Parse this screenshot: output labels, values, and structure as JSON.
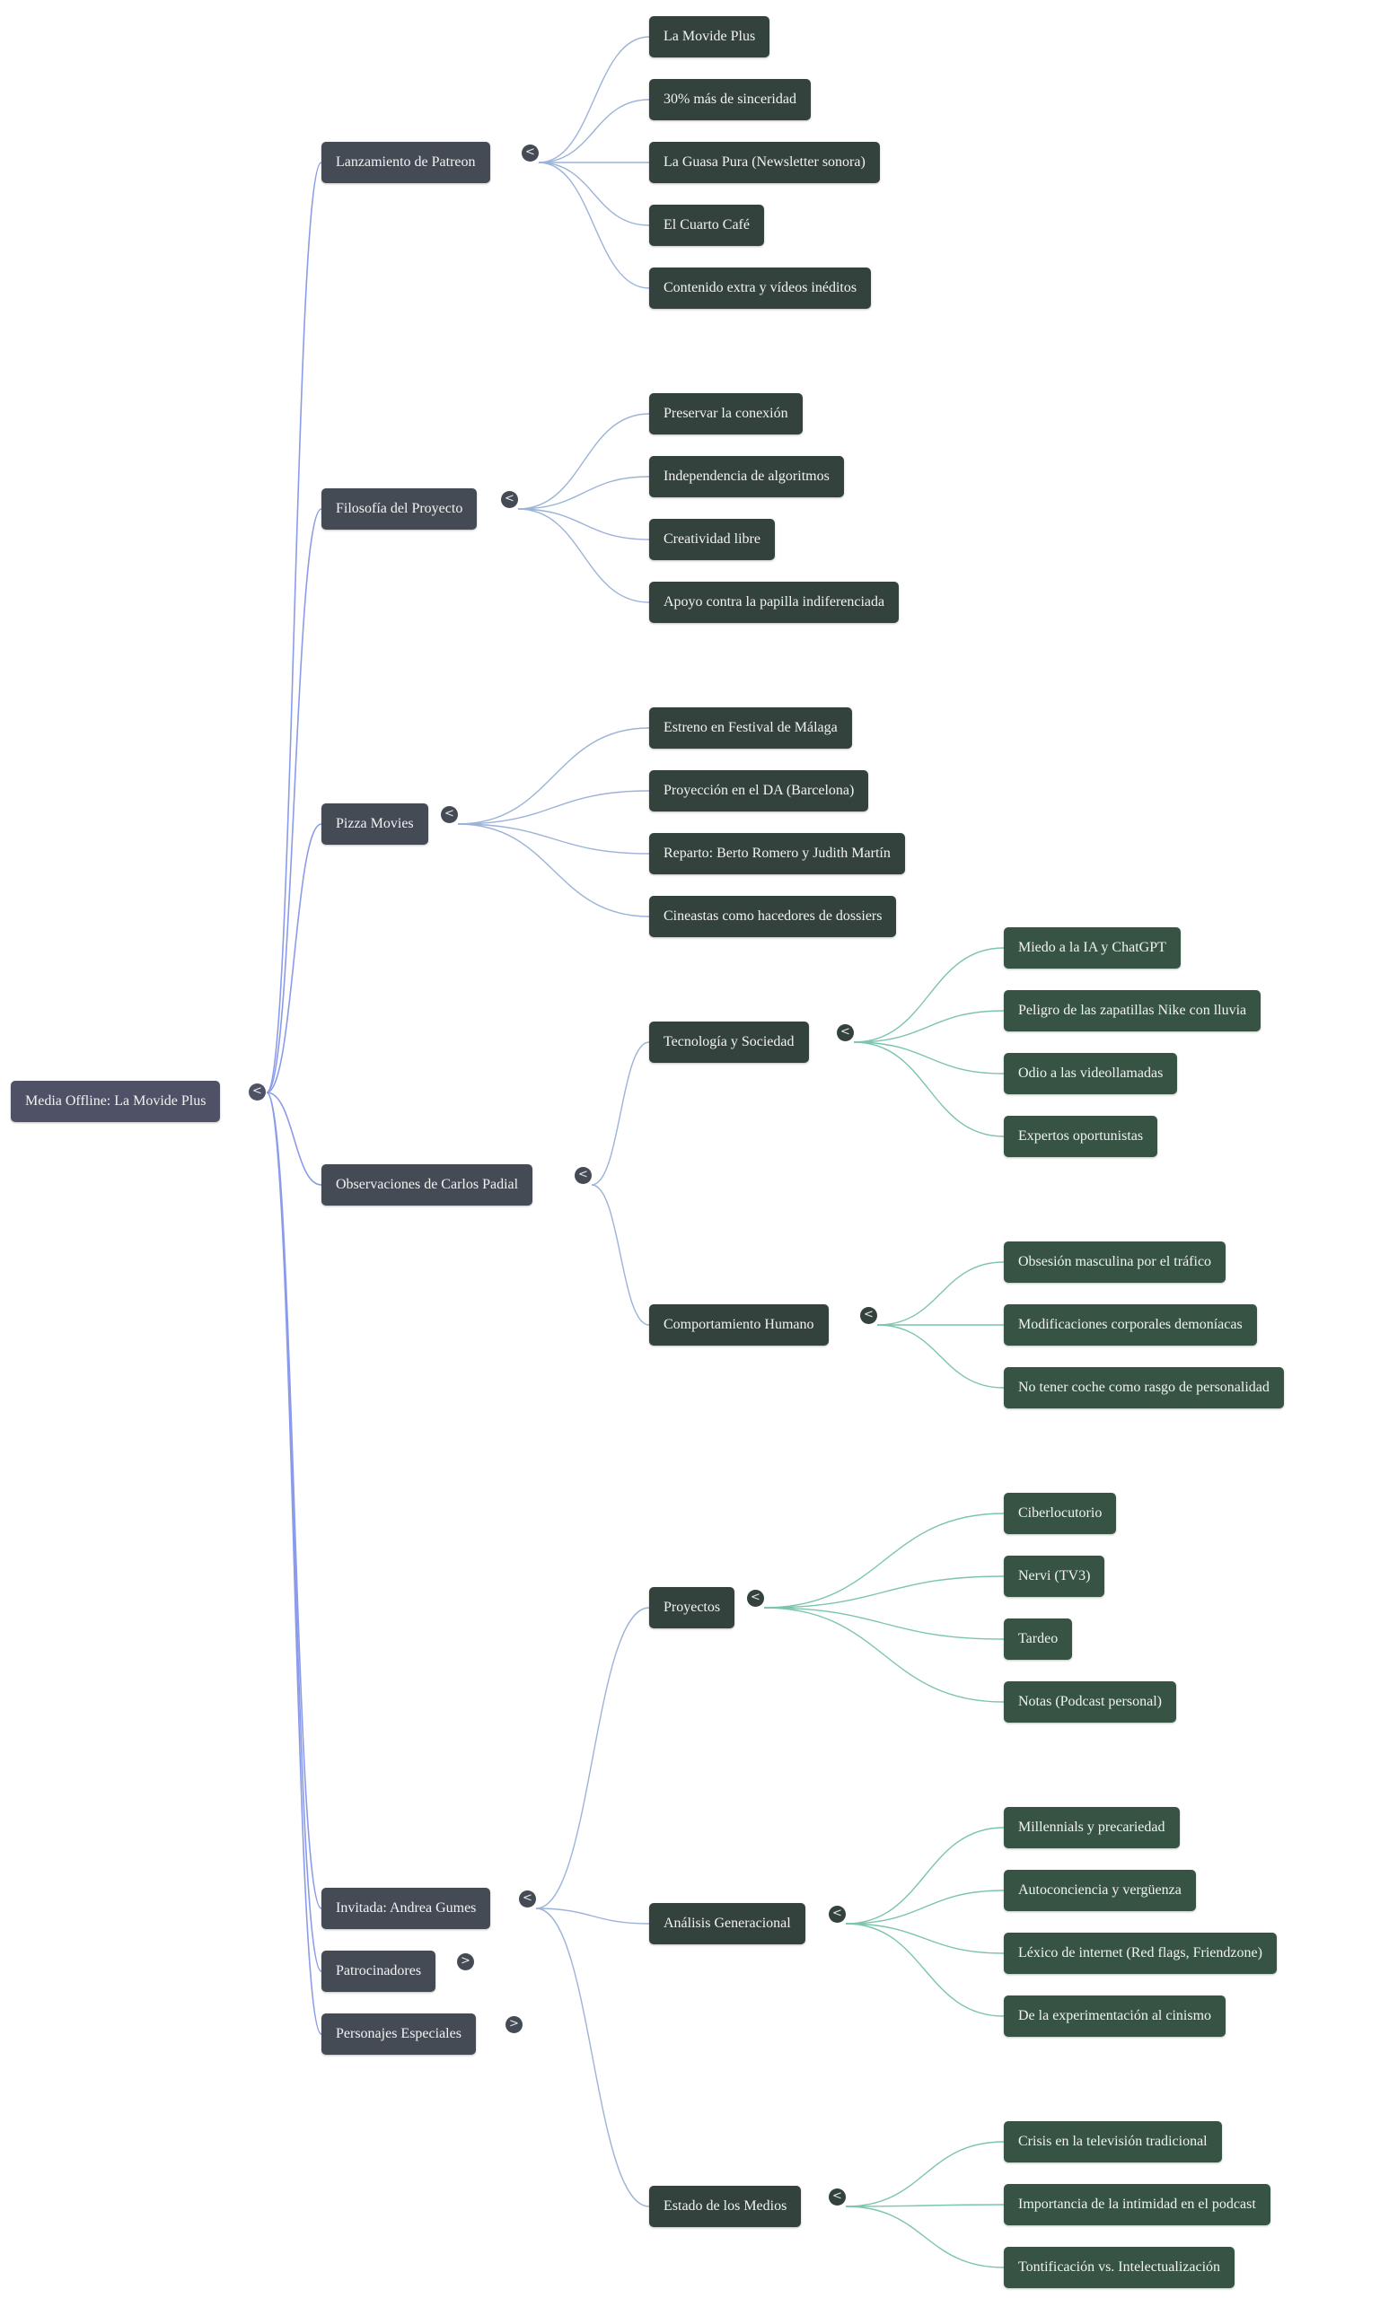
{
  "colors": {
    "root_bg": "#4f5266",
    "level1_bg": "#444b55",
    "level2_bg": "#33423d",
    "level3_bg": "#365343",
    "root_edge": "#8a9bea",
    "blue_edge": "#9cb3d8",
    "green_edge": "#7cc4b0"
  },
  "icons": {
    "collapse": "<",
    "expand": ">"
  },
  "root": {
    "label": "Media Offline: La Movide Plus",
    "toggle": "collapse",
    "children": [
      {
        "label": "Lanzamiento de Patreon",
        "toggle": "collapse",
        "children": [
          {
            "label": "La Movide Plus"
          },
          {
            "label": "30% más de sinceridad"
          },
          {
            "label": "La Guasa Pura (Newsletter sonora)"
          },
          {
            "label": "El Cuarto Café"
          },
          {
            "label": "Contenido extra y vídeos inéditos"
          }
        ]
      },
      {
        "label": "Filosofía del Proyecto",
        "toggle": "collapse",
        "children": [
          {
            "label": "Preservar la conexión"
          },
          {
            "label": "Independencia de algoritmos"
          },
          {
            "label": "Creatividad libre"
          },
          {
            "label": "Apoyo contra la papilla indiferenciada"
          }
        ]
      },
      {
        "label": "Pizza Movies",
        "toggle": "collapse",
        "children": [
          {
            "label": "Estreno en Festival de Málaga"
          },
          {
            "label": "Proyección en el DA (Barcelona)"
          },
          {
            "label": "Reparto: Berto Romero y Judith Martín"
          },
          {
            "label": "Cineastas como hacedores de dossiers"
          }
        ]
      },
      {
        "label": "Observaciones de Carlos Padial",
        "toggle": "collapse",
        "children": [
          {
            "label": "Tecnología y Sociedad",
            "toggle": "collapse",
            "children": [
              {
                "label": "Miedo a la IA y ChatGPT"
              },
              {
                "label": "Peligro de las zapatillas Nike con lluvia"
              },
              {
                "label": "Odio a las videollamadas"
              },
              {
                "label": "Expertos oportunistas"
              }
            ]
          },
          {
            "label": "Comportamiento Humano",
            "toggle": "collapse",
            "children": [
              {
                "label": "Obsesión masculina por el tráfico"
              },
              {
                "label": "Modificaciones corporales demoníacas"
              },
              {
                "label": "No tener coche como rasgo de personalidad"
              }
            ]
          }
        ]
      },
      {
        "label": "Invitada: Andrea Gumes",
        "toggle": "collapse",
        "children": [
          {
            "label": "Proyectos",
            "toggle": "collapse",
            "children": [
              {
                "label": "Ciberlocutorio"
              },
              {
                "label": "Nervi (TV3)"
              },
              {
                "label": "Tardeo"
              },
              {
                "label": "Notas (Podcast personal)"
              }
            ]
          },
          {
            "label": "Análisis Generacional",
            "toggle": "collapse",
            "children": [
              {
                "label": "Millennials y precariedad"
              },
              {
                "label": "Autoconciencia y vergüenza"
              },
              {
                "label": "Léxico de internet (Red flags, Friendzone)"
              },
              {
                "label": "De la experimentación al cinismo"
              }
            ]
          },
          {
            "label": "Estado de los Medios",
            "toggle": "collapse",
            "children": [
              {
                "label": "Crisis en la televisión tradicional"
              },
              {
                "label": "Importancia de la intimidad en el podcast"
              },
              {
                "label": "Tontificación vs. Intelectualización"
              }
            ]
          }
        ]
      },
      {
        "label": "Patrocinadores",
        "toggle": "expand"
      },
      {
        "label": "Personajes Especiales",
        "toggle": "expand"
      }
    ]
  }
}
